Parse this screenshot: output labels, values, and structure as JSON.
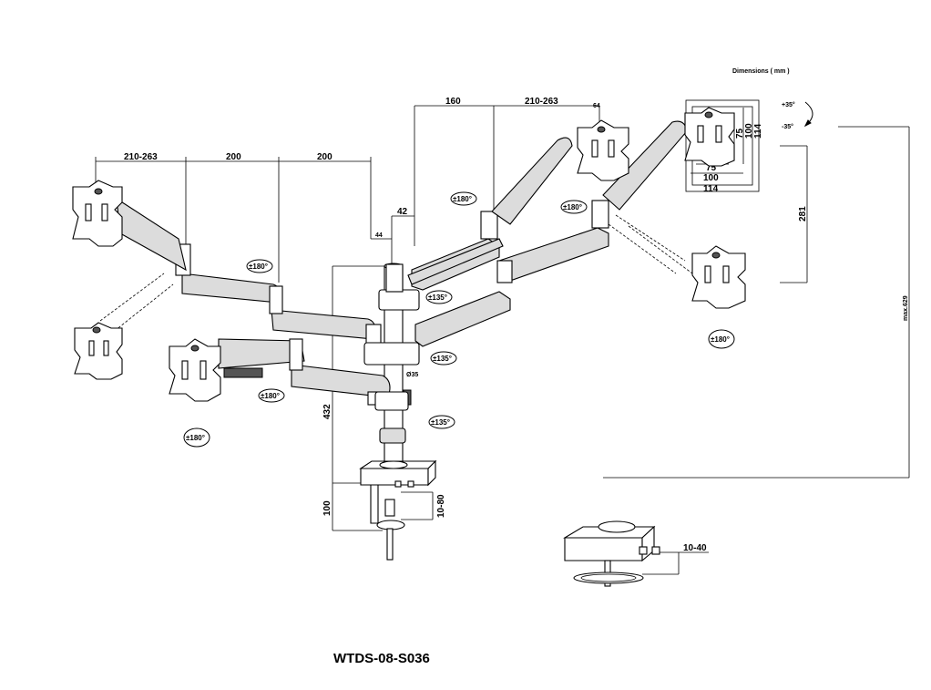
{
  "header": {
    "units_label": "Dimensions ( mm )"
  },
  "model": "WTDS-08-S036",
  "dimensions": {
    "top_left_span": "210-263",
    "left_arm_1": "200",
    "left_arm_2": "200",
    "top_arm_1": "160",
    "top_right_span": "210-263",
    "offset_42": "42",
    "offset_44": "44",
    "pole_diameter": "Ø35",
    "pole_height": "432",
    "clamp_height": "100",
    "clamp_range": "10-80",
    "grommet_range": "10-40",
    "vertical_range": "281",
    "max_height": "max.629",
    "vesa_inner_w": "75",
    "vesa_outer_w": "100",
    "vesa_max_w": "114",
    "vesa_inner_h": "75",
    "vesa_outer_h": "100",
    "vesa_max_h": "114",
    "tilt_up": "+35°",
    "tilt_down": "-35°",
    "top_small": "64"
  },
  "rotation_labels": {
    "left_head": "±180°",
    "left_arm": "±180°",
    "left_lower_arm": "±180°",
    "top_head_left": "±180°",
    "top_head_right": "±180°",
    "right_head": "±180°",
    "pole_top": "±135°",
    "pole_mid": "±135°",
    "pole_low": "±135°"
  },
  "icons": [
    "rotation-arrow-icon",
    "vesa-plate-icon",
    "desk-clamp-icon",
    "grommet-base-icon"
  ]
}
